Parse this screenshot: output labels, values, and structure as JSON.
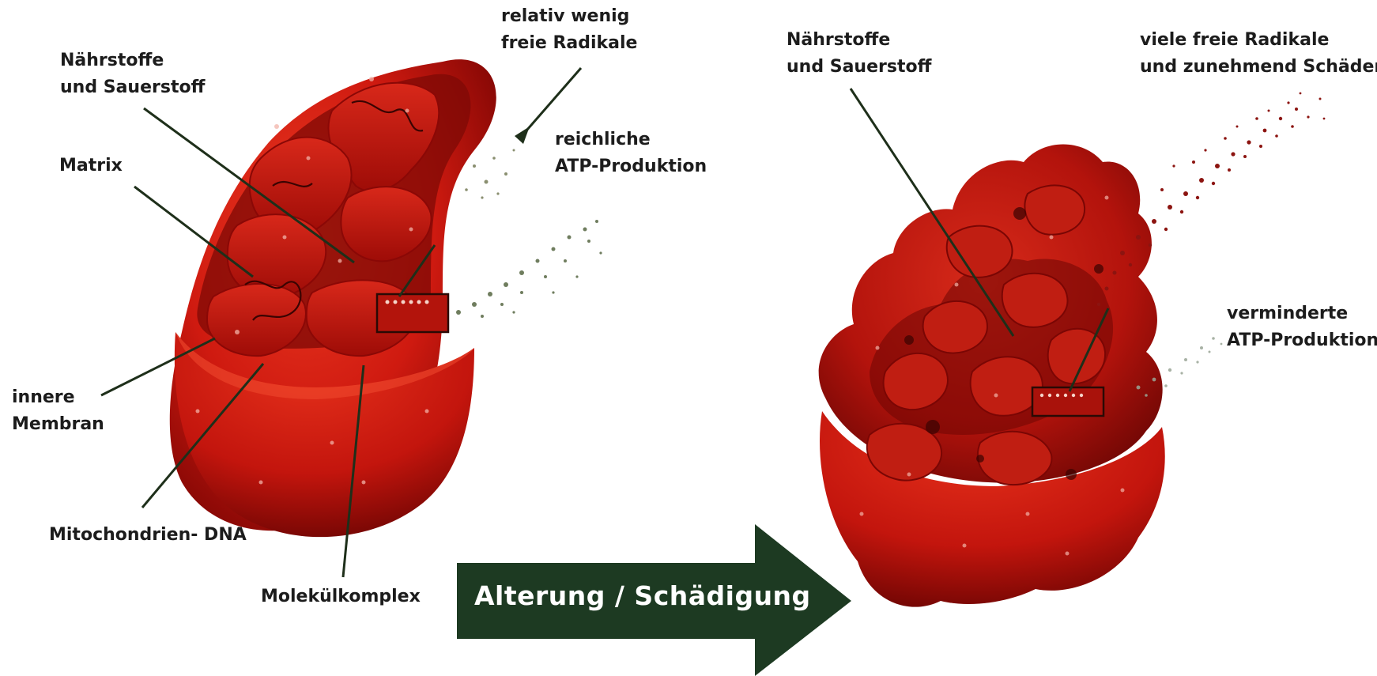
{
  "left_mitochondrion": {
    "labels": {
      "naehrstoffe": [
        "Nährstoffe",
        "und Sauerstoff"
      ],
      "matrix": "Matrix",
      "innere_membran": [
        "innere",
        "Membran"
      ],
      "mito_dna": "Mitochondrien- DNA",
      "molekuelkomplex": "Molekülkomplex",
      "radikale": [
        "relativ wenig",
        "freie Radikale"
      ],
      "atp": [
        "reichliche",
        "ATP-Produktion"
      ]
    }
  },
  "right_mitochondrion": {
    "labels": {
      "naehrstoffe": [
        "Nährstoffe",
        "und Sauerstoff"
      ],
      "radikale": [
        "viele freie Radikale",
        "und zunehmend Schäden"
      ],
      "atp": [
        "verminderte",
        "ATP-Produktion"
      ]
    }
  },
  "transition_arrow": {
    "label": "Alterung / Schädigung",
    "color": "#1d3a22"
  },
  "colors": {
    "mitochondrion": "#c8160f",
    "mitochondrion_dark": "#7a0604",
    "leader_line": "#1e2f1a",
    "radical_particles_left": "#6d7a4c",
    "radical_particles_right": "#8c1410",
    "atp_particles": "#9aa596"
  }
}
